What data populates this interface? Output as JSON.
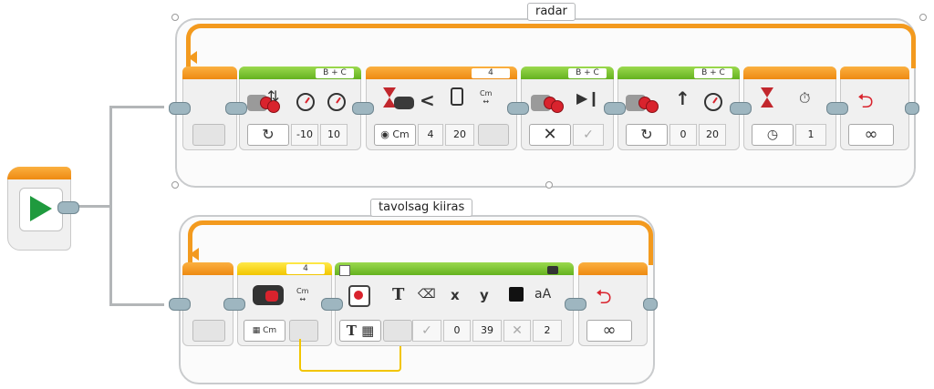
{
  "loops": {
    "radar": {
      "label": "radar"
    },
    "distance": {
      "label": "tavolsag kiiras"
    }
  },
  "radar_blocks": {
    "move1": {
      "ports": "B + C",
      "power": "-10",
      "steering": "10"
    },
    "wait_sensor": {
      "port": "4",
      "compare": "4",
      "threshold": "20"
    },
    "move_off": {
      "ports": "B + C"
    },
    "move2": {
      "ports": "B + C",
      "steering": "0",
      "power": "20"
    },
    "wait_time": {
      "seconds": "1"
    },
    "loop_end": {
      "mode": "∞"
    }
  },
  "distance_blocks": {
    "ultrasonic": {
      "port": "4"
    },
    "display": {
      "clear": "✓",
      "x": "0",
      "y": "39",
      "color": "✕",
      "font": "2"
    },
    "loop_end": {
      "mode": "∞"
    }
  },
  "icons": {
    "start": "play-icon",
    "loop": "loop-arrow-icon",
    "infinity": "∞"
  }
}
